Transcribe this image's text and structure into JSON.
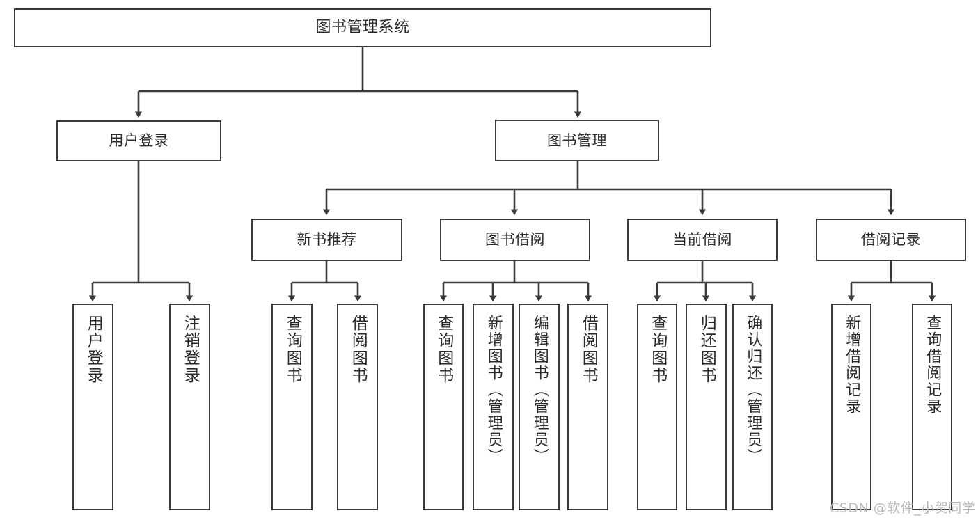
{
  "diagram": {
    "title": "图书管理系统",
    "type": "tree-hierarchy-diagram",
    "colors": {
      "stroke": "#3a3a3a",
      "text": "#2b2b2b",
      "background": "#ffffff",
      "watermark": "#b9b9b9"
    },
    "nodes": {
      "root": {
        "label": "图书管理系统"
      },
      "level2": [
        {
          "label": "用户登录"
        },
        {
          "label": "图书管理"
        }
      ],
      "level3": [
        {
          "label": "新书推荐"
        },
        {
          "label": "图书借阅"
        },
        {
          "label": "当前借阅"
        },
        {
          "label": "借阅记录"
        }
      ],
      "leaves": {
        "user_login": [
          {
            "label": "用户登录"
          },
          {
            "label": "注销登录"
          }
        ],
        "new_book_recommend": [
          {
            "label": "查询图书"
          },
          {
            "label": "借阅图书"
          }
        ],
        "book_borrow": [
          {
            "label": "查询图书"
          },
          {
            "label": "新增图书（管理员）"
          },
          {
            "label": "编辑图书（管理员）"
          },
          {
            "label": "借阅图书"
          }
        ],
        "current_borrow": [
          {
            "label": "查询图书"
          },
          {
            "label": "归还图书"
          },
          {
            "label": "确认归还（管理员）"
          }
        ],
        "borrow_record": [
          {
            "label": "新增借阅记录"
          },
          {
            "label": "查询借阅记录"
          }
        ]
      }
    },
    "watermark": "CSDN @软件_小贺同学"
  }
}
